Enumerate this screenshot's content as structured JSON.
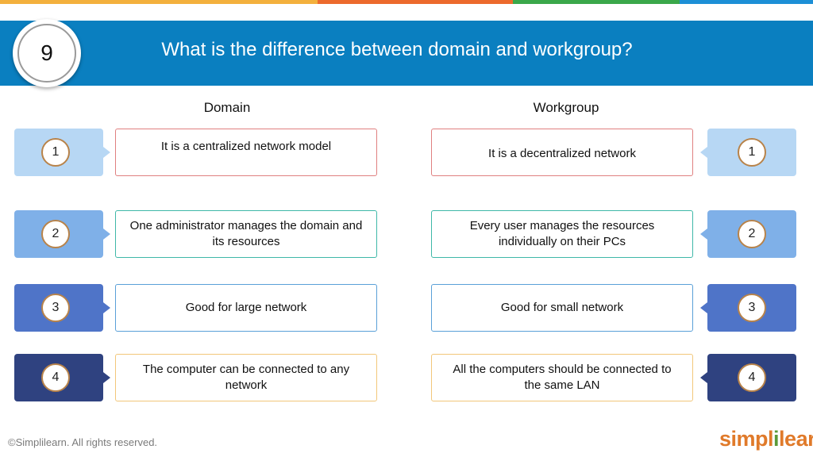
{
  "slide": {
    "number": "9",
    "title": "What is the difference between domain and workgroup?"
  },
  "columns": {
    "left_heading": "Domain",
    "right_heading": "Workgroup"
  },
  "domain_points": [
    {
      "index": "1",
      "text": "It is a centralized network model"
    },
    {
      "index": "2",
      "text": "One administrator manages the domain and its resources"
    },
    {
      "index": "3",
      "text": "Good for large network"
    },
    {
      "index": "4",
      "text": "The computer can be connected to any network"
    }
  ],
  "workgroup_points": [
    {
      "index": "1",
      "text": "It is a decentralized network"
    },
    {
      "index": "2",
      "text": "Every user manages the resources individually on their PCs"
    },
    {
      "index": "3",
      "text": "Good for small network"
    },
    {
      "index": "4",
      "text": "All the computers should be connected to the same LAN"
    }
  ],
  "footer": {
    "copyright": "©Simplilearn. All rights reserved.",
    "logo_part1": "simpl",
    "logo_sep": "i",
    "logo_part2": "learn"
  },
  "colors": {
    "header": "#0a7fc0",
    "row1_tab": "#b7d7f4",
    "row2_tab": "#7fb0e8",
    "row3_tab": "#4f74c8",
    "row4_tab": "#2f4280",
    "row1_border": "#e08080",
    "row2_border": "#3fb8a8",
    "row3_border": "#5aa0d8",
    "row4_border": "#f2c77a"
  }
}
